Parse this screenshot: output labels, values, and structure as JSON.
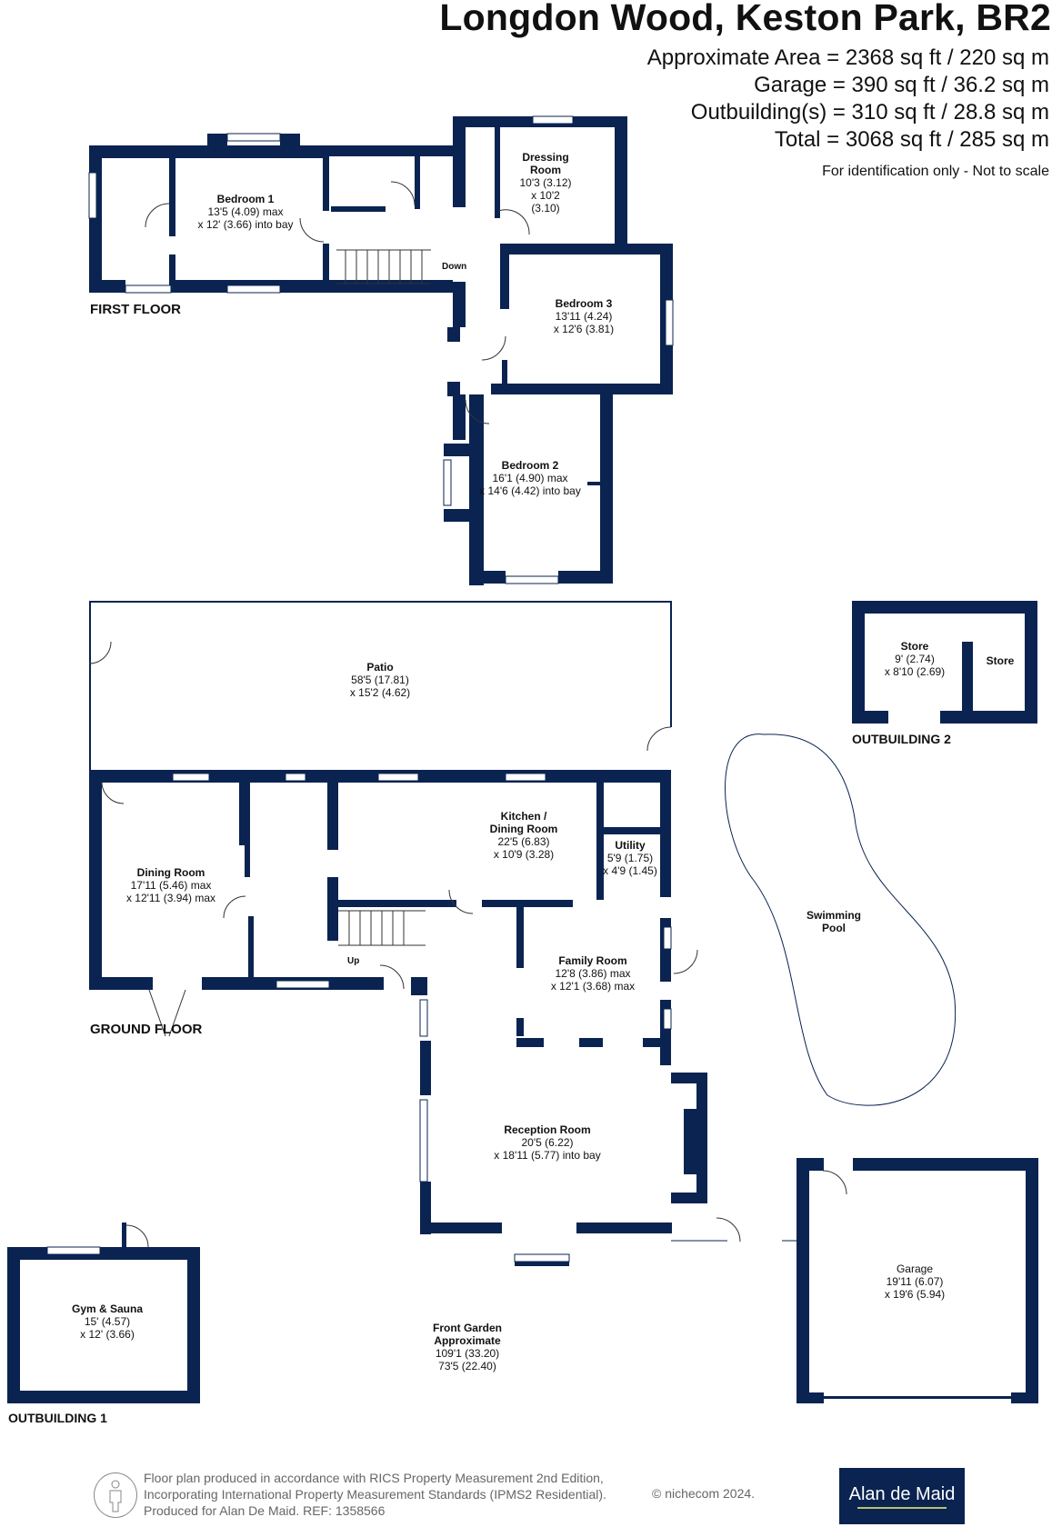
{
  "header": {
    "title": "Longdon Wood, Keston Park, BR2",
    "areas": [
      "Approximate Area = 2368 sq ft / 220 sq m",
      "Garage = 390 sq ft / 36.2 sq m",
      "Outbuilding(s) = 310 sq ft / 28.8 sq m",
      "Total = 3068 sq ft / 285 sq m"
    ],
    "disclaimer": "For identification only - Not to scale"
  },
  "colors": {
    "wall": "#0a2351",
    "background": "#ffffff",
    "logo_bg": "#0a2351",
    "logo_underline": "#b9c26a"
  },
  "floors": {
    "first": {
      "label": "FIRST FLOOR",
      "stairs_label": "Down",
      "rooms": [
        {
          "name": "Bedroom 1",
          "dim1": "13'5 (4.09) max",
          "dim2": "x 12' (3.66) into bay"
        },
        {
          "name": "Dressing Room",
          "name2": "",
          "dim1": "10'3 (3.12)",
          "dim2": "x 10'2 (3.10)"
        },
        {
          "name": "Bedroom 3",
          "dim1": "13'11 (4.24)",
          "dim2": "x 12'6 (3.81)"
        },
        {
          "name": "Bedroom 2",
          "dim1": "16'1 (4.90) max",
          "dim2": "x 14'6 (4.42) into bay"
        }
      ]
    },
    "ground": {
      "label": "GROUND FLOOR",
      "stairs_label": "Up",
      "rooms": [
        {
          "name": "Patio",
          "dim1": "58'5 (17.81)",
          "dim2": "x 15'2 (4.62)"
        },
        {
          "name": "Dining Room",
          "dim1": "17'11 (5.46) max",
          "dim2": "x 12'11 (3.94) max"
        },
        {
          "name": "Kitchen / Dining Room",
          "dim1": "22'5 (6.83)",
          "dim2": "x 10'9 (3.28)"
        },
        {
          "name": "Utility",
          "dim1": "5'9 (1.75)",
          "dim2": "x 4'9 (1.45)"
        },
        {
          "name": "Family Room",
          "dim1": "12'8 (3.86) max",
          "dim2": "x 12'1 (3.68) max"
        },
        {
          "name": "Reception Room",
          "dim1": "20'5 (6.22)",
          "dim2": "x 18'11 (5.77) into bay"
        },
        {
          "name": "Garage",
          "dim1": "19'11 (6.07)",
          "dim2": "x 19'6 (5.94)"
        },
        {
          "name": "Swimming Pool"
        },
        {
          "name": "Front Garden Approximate",
          "dim1": "109'1 (33.20)",
          "dim2": "73'5 (22.40)"
        }
      ]
    },
    "outbuilding1": {
      "label": "OUTBUILDING 1",
      "rooms": [
        {
          "name": "Gym & Sauna",
          "dim1": "15' (4.57)",
          "dim2": "x 12' (3.66)"
        }
      ]
    },
    "outbuilding2": {
      "label": "OUTBUILDING 2",
      "rooms": [
        {
          "name": "Store",
          "dim1": "9' (2.74)",
          "dim2": "x 8'10 (2.69)"
        },
        {
          "name": "Store"
        }
      ]
    }
  },
  "footer": {
    "lines": [
      "Floor plan produced in accordance with RICS Property Measurement 2nd Edition,",
      "Incorporating International Property Measurement Standards (IPMS2 Residential).",
      "Produced for Alan De Maid.   REF: 1358566"
    ],
    "copyright": "© nichecom 2024.",
    "logo_text": "Alan de Maid"
  }
}
